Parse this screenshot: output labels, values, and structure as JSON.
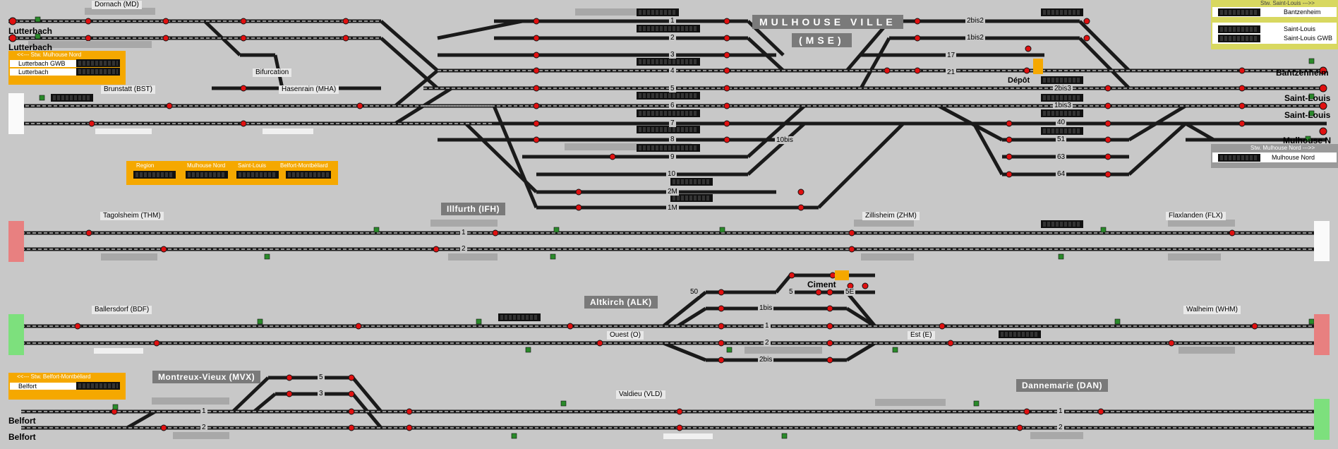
{
  "window": {
    "title": "Mulhouse Ville (MSE)",
    "mulhouse_line1": "MULHOUSE VILLE",
    "mulhouse_line2": "(MSE)"
  },
  "stations": {
    "dornach": "Dornach (MD)",
    "brunstatt": "Brunstatt (BST)",
    "hasenrain": "Hasenrain (MHA)",
    "bifurcation": "Bifurcation",
    "tagolsheim": "Tagolsheim (THM)",
    "illfurth": "Illfurth (IFH)",
    "zillisheim": "Zillisheim (ZHM)",
    "flaxlanden": "Flaxlanden (FLX)",
    "ballersdorf": "Ballersdorf (BDF)",
    "altkirch": "Altkirch (ALK)",
    "ouest": "Ouest (O)",
    "est": "Est (E)",
    "ciment": "Ciment",
    "walheim": "Walheim (WHM)",
    "montreux": "Montreux-Vieux (MVX)",
    "valdieu": "Valdieu (VLD)",
    "dannemarie": "Dannemarie (DAN)",
    "depot": "Dépôt"
  },
  "ends": {
    "lutterbach1": "Lutterbach",
    "lutterbach2": "Lutterbach",
    "bantzenheim": "Bantzenheim",
    "saintlouis1": "Saint-Louis",
    "saintlouis2": "Saint-Louis",
    "mulhousen": "Mulhouse N",
    "belfort1": "Belfort",
    "belfort2": "Belfort"
  },
  "panels": {
    "mulhouse_nord": {
      "title": "<<--- Stw. Mulhouse Nord",
      "rows": [
        "Lutterbach GWB",
        "Lutterbach"
      ]
    },
    "saint_louis": {
      "title": "Stw. Saint-Louis --->>",
      "rows": [
        "Bantzenheim",
        "Saint-Louis",
        "Saint-Louis GWB"
      ]
    },
    "mulhouse_nord_right": {
      "title": "Stw. Mulhouse Nord --->>",
      "rows": [
        "Mulhouse Nord"
      ]
    },
    "belfort": {
      "title": "<<--- Stw. Belfort-Montbéliard",
      "rows": [
        "Belfort"
      ]
    },
    "regions": [
      "Region",
      "Mulhouse Nord",
      "Saint-Louis",
      "Belfort-Montbéliard"
    ]
  },
  "platforms": {
    "mse": [
      "1",
      "2",
      "3",
      "4",
      "5",
      "6",
      "7",
      "8",
      "9",
      "10",
      "2M",
      "1M",
      "10bis",
      "17",
      "21",
      "2bis2",
      "1bis2",
      "2bis3",
      "1bis3",
      "40",
      "51",
      "63",
      "64"
    ],
    "line_ifh": [
      "1",
      "2"
    ],
    "alk": [
      "50",
      "5",
      "5E",
      "1bis",
      "1",
      "2",
      "2bis"
    ],
    "mvx": [
      "5",
      "3",
      "1",
      "2"
    ],
    "dan": [
      "1",
      "2"
    ]
  },
  "colors": {
    "background": "#c8c8c8",
    "track": "#1a1a1a",
    "orange_panel": "#f5a800",
    "yellow_panel": "#d8d860",
    "signal_red": "#e01010",
    "end_red": "#e88080",
    "end_green": "#7de07d"
  }
}
